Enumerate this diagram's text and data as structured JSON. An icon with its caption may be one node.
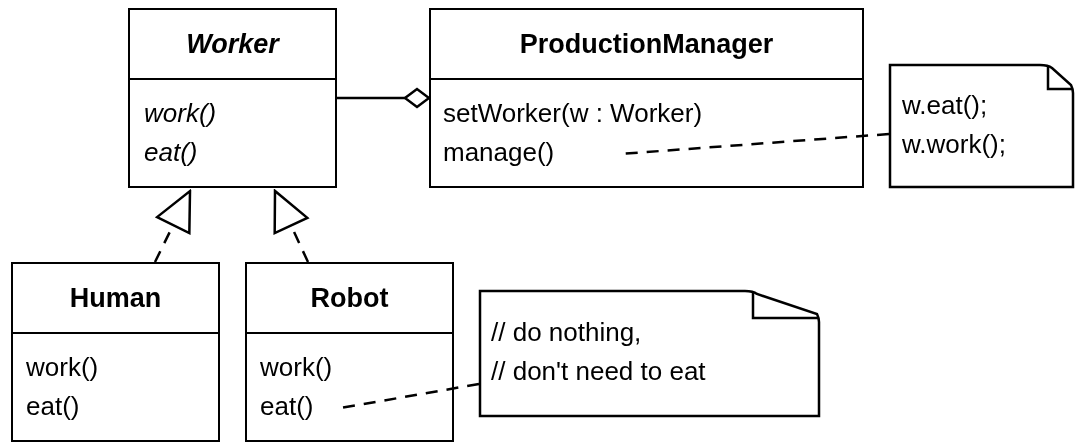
{
  "diagram": {
    "nodes": [
      {
        "text": [
          "Worker",
          "work()",
          "eat()"
        ]
      },
      {
        "text": [
          "ProductionManager",
          "setWorker(w : Worker)",
          "manage()"
        ]
      },
      {
        "text": [
          "w.eat();",
          "w.work();"
        ]
      },
      {
        "text": [
          "Human",
          "work()",
          "eat()"
        ]
      },
      {
        "text": [
          "Robot",
          "work()",
          "eat()"
        ]
      },
      {
        "text": [
          "// do nothing,",
          "// don't need to eat"
        ]
      }
    ],
    "edges": [
      {
        "from": 0,
        "to": 1,
        "arrow": "other"
      },
      {
        "from": 3,
        "to": 0,
        "arrow": "to",
        "style": "dashed"
      },
      {
        "from": 4,
        "to": 0,
        "arrow": "to",
        "style": "dashed"
      },
      {
        "from": 2,
        "to": 1,
        "arrow": "none",
        "style": "dashed"
      },
      {
        "from": 5,
        "to": 4,
        "arrow": "none",
        "style": "dashed"
      }
    ]
  }
}
